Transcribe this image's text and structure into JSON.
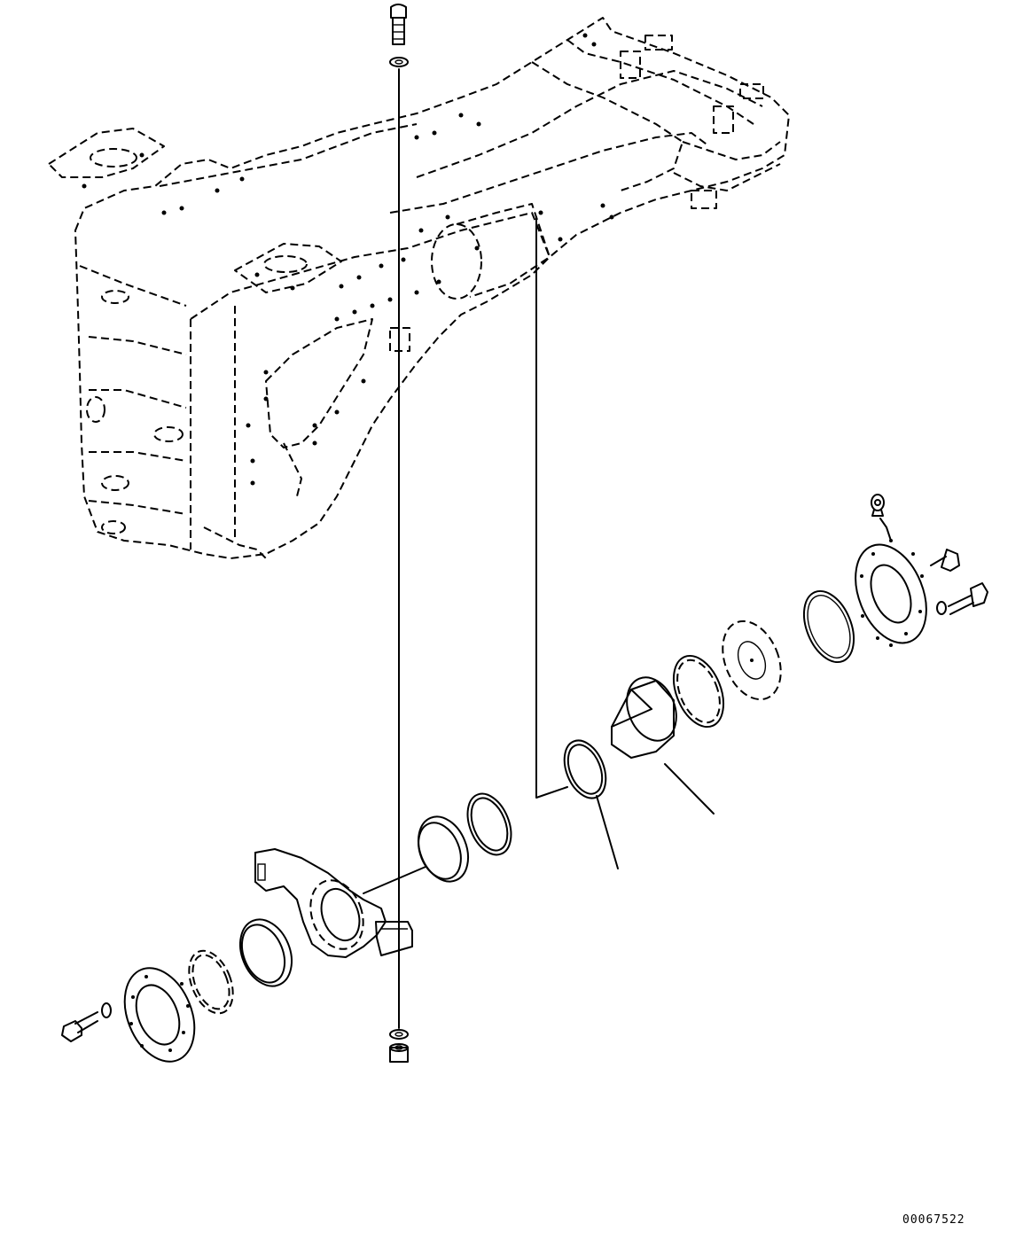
{
  "figure": {
    "number": "00067522",
    "line_color": "#000000",
    "background": "#ffffff"
  },
  "callouts": [
    {
      "id": "seal-ring"
    },
    {
      "id": "bushing"
    }
  ]
}
